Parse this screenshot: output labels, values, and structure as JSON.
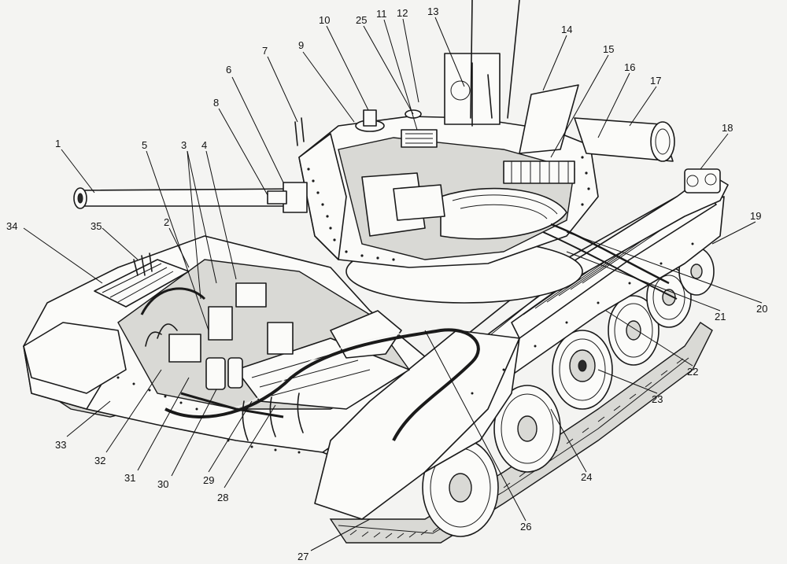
{
  "diagram": {
    "labels": [
      {
        "id": "1",
        "text": "1"
      },
      {
        "id": "2",
        "text": "2"
      },
      {
        "id": "3",
        "text": "3"
      },
      {
        "id": "4",
        "text": "4"
      },
      {
        "id": "5",
        "text": "5"
      },
      {
        "id": "6",
        "text": "6"
      },
      {
        "id": "7",
        "text": "7"
      },
      {
        "id": "8",
        "text": "8"
      },
      {
        "id": "9",
        "text": "9"
      },
      {
        "id": "10",
        "text": "10"
      },
      {
        "id": "25a",
        "text": "25"
      },
      {
        "id": "11",
        "text": "11"
      },
      {
        "id": "12",
        "text": "12"
      },
      {
        "id": "13",
        "text": "13"
      },
      {
        "id": "14",
        "text": "14"
      },
      {
        "id": "15",
        "text": "15"
      },
      {
        "id": "16",
        "text": "16"
      },
      {
        "id": "17",
        "text": "17"
      },
      {
        "id": "18",
        "text": "18"
      },
      {
        "id": "19",
        "text": "19"
      },
      {
        "id": "20",
        "text": "20"
      },
      {
        "id": "21",
        "text": "21"
      },
      {
        "id": "22",
        "text": "22"
      },
      {
        "id": "23",
        "text": "23"
      },
      {
        "id": "24",
        "text": "24"
      },
      {
        "id": "26",
        "text": "26"
      },
      {
        "id": "27",
        "text": "27"
      },
      {
        "id": "28",
        "text": "28"
      },
      {
        "id": "29",
        "text": "29"
      },
      {
        "id": "30",
        "text": "30"
      },
      {
        "id": "31",
        "text": "31"
      },
      {
        "id": "32",
        "text": "32"
      },
      {
        "id": "33",
        "text": "33"
      },
      {
        "id": "34",
        "text": "34"
      },
      {
        "id": "35",
        "text": "35"
      }
    ]
  }
}
